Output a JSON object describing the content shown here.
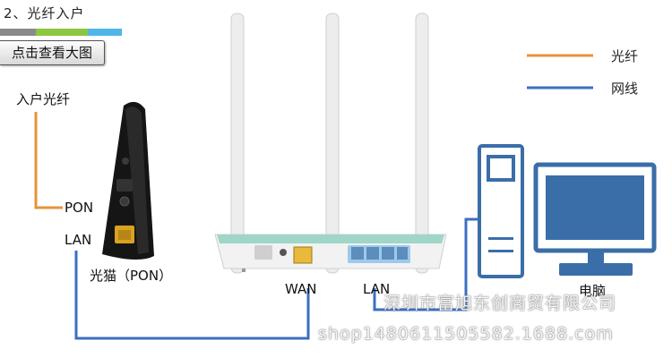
{
  "heading": "2、光纤入户",
  "zoom_button": "点击查看大图",
  "fiber_in_label": "入户光纤",
  "modem": {
    "pon_port": "PON",
    "lan_port": "LAN",
    "name": "光猫（PON）"
  },
  "router": {
    "wan_label": "WAN",
    "lan_label": "LAN"
  },
  "computer_label": "电脑",
  "legend": {
    "fiber": {
      "label": "光纤",
      "color": "#e8923a"
    },
    "network": {
      "label": "网线",
      "color": "#3b6fc2"
    }
  },
  "watermark": {
    "company": "深圳市富旭东创商贸有限公司",
    "shop": "shop1480611505582.1688.com"
  },
  "colors": {
    "fiber": "#e8923a",
    "network": "#3b6fc2",
    "computer": "#3a6ea8",
    "bar_gray": "#8a8a8a",
    "bar_green": "#8dc63f",
    "bar_blue": "#4fb6e8"
  }
}
